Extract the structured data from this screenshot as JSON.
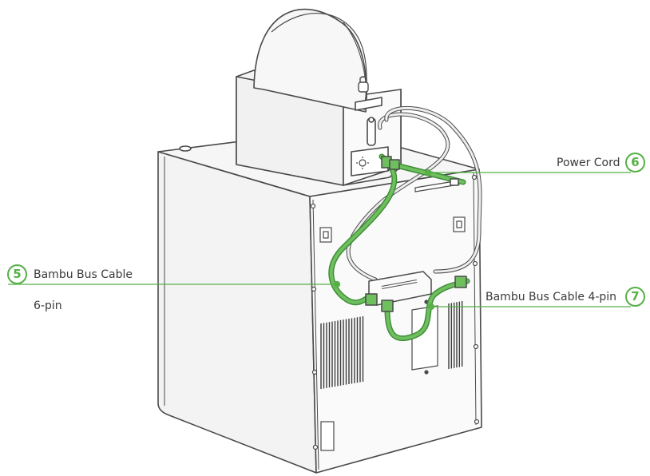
{
  "callouts": [
    {
      "id": "power-cord",
      "number": "6",
      "label": "Power Cord",
      "label_line2": ""
    },
    {
      "id": "bambu-bus-6pin",
      "number": "5",
      "label": "Bambu Bus Cable",
      "label_line2": "6-pin"
    },
    {
      "id": "bambu-bus-4pin",
      "number": "7",
      "label": "Bambu Bus Cable 4-pin",
      "label_line2": ""
    }
  ],
  "colors": {
    "accent": "#56b047",
    "cable_green": "#6fbf5f",
    "cable_green_dark": "#3f8f38",
    "outline": "#4a4a4a",
    "panel_light": "#f4f4f4",
    "panel_face": "#fbfbfb",
    "cable_white": "#e8e8e8"
  },
  "icons": [
    "power-socket-icon",
    "lock-icon",
    "vent-grille-icon"
  ]
}
